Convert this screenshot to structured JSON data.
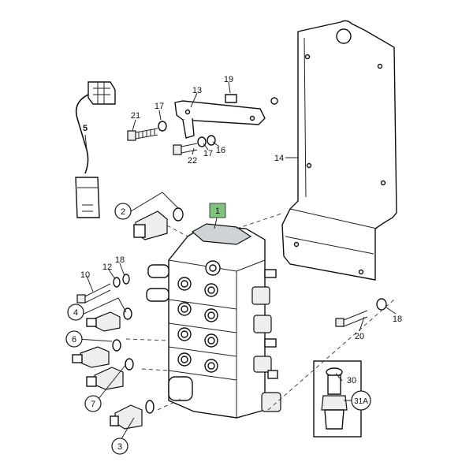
{
  "callouts": {
    "c1": "1",
    "c2": "2",
    "c3": "3",
    "c4": "4",
    "c5": "5",
    "c6": "6",
    "c7": "7",
    "c10": "10",
    "c12": "12",
    "c13": "13",
    "c14": "14",
    "c16": "16",
    "c17a": "17",
    "c17b": "17",
    "c18a": "18",
    "c18b": "18",
    "c19": "19",
    "c20": "20",
    "c21": "21",
    "c22": "22",
    "c30": "30",
    "c31a": "31A"
  },
  "colors": {
    "highlight": "#7dc47d",
    "ink": "#111111"
  }
}
